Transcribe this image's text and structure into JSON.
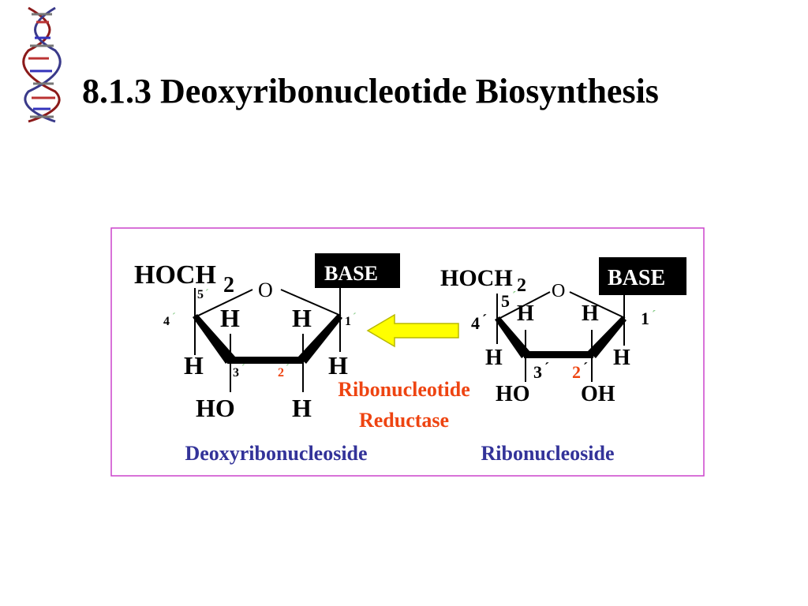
{
  "slide": {
    "title": "8.1.3  Deoxyribonucleotide Biosynthesis"
  },
  "diagram": {
    "frame_color": "#cc44cc",
    "arrow_fill": "#ffff00",
    "arrow_stroke": "#b8b800",
    "enzyme": {
      "line1": "Ribonucleotide",
      "line2": "Reductase",
      "color": "#ee4411"
    },
    "left_molecule": {
      "name": "Deoxyribonucleoside",
      "name_color": "#333399",
      "hoch": "HOCH",
      "sub2": "2",
      "ring_o": "O",
      "base": "BASE",
      "h_c4": "H",
      "h_c1": "H",
      "h_c3": "H",
      "h_c2_up": "H",
      "h_c2_down": "H",
      "ho_c3": "HO",
      "n5": "5",
      "n4": "4",
      "n3": "3",
      "n2": "2",
      "n1": "1",
      "prime": "´"
    },
    "right_molecule": {
      "name": "Ribonucleoside",
      "name_color": "#333399",
      "hoch": "HOCH",
      "sub2": "2",
      "ring_o": "O",
      "base": "BASE",
      "h_c4": "H",
      "h_c1": "H",
      "h_c3": "H",
      "h_c2": "H",
      "ho_c3": "HO",
      "oh_c2": "OH",
      "n5": "5",
      "n4": "4",
      "n3": "3",
      "n2": "2",
      "n1": "1",
      "prime": "´"
    },
    "highlight_color": "#ee4411",
    "prime_color": "#88cc88"
  }
}
